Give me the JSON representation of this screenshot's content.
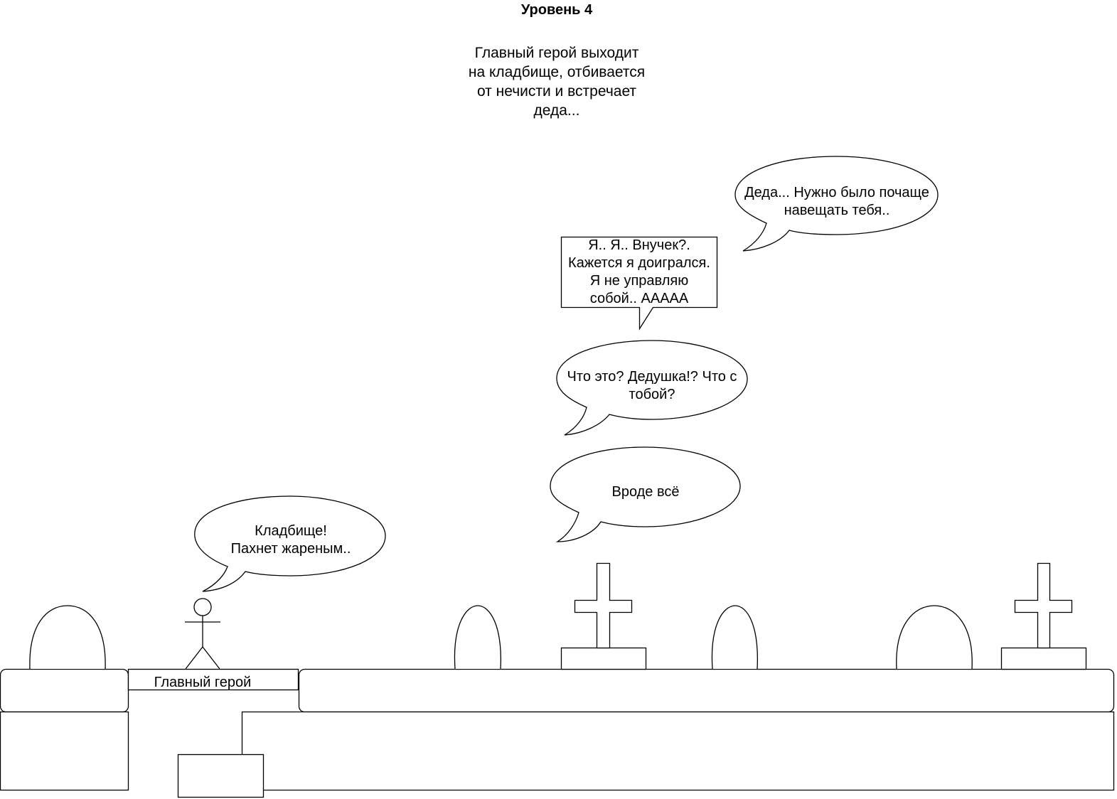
{
  "title": "Уровень 4",
  "description": "Главный герой выходит\nна кладбище, отбивается\nот нечисти и встречает\nдеда...",
  "hero_label": "Главный герой",
  "bubbles": {
    "cemetery": "Кладбище!\nПахнет жареным..",
    "seems_all": "Вроде всё",
    "what_is_it": "Что это? Дедушка!? Что с\nтобой?",
    "grandson": "Я.. Я.. Внучек?.\nКажется я доигрался.\nЯ не управляю\nсобой.. ААААА",
    "grandpa": "Деда... Нужно было почаще\nнавещать тебя.."
  }
}
